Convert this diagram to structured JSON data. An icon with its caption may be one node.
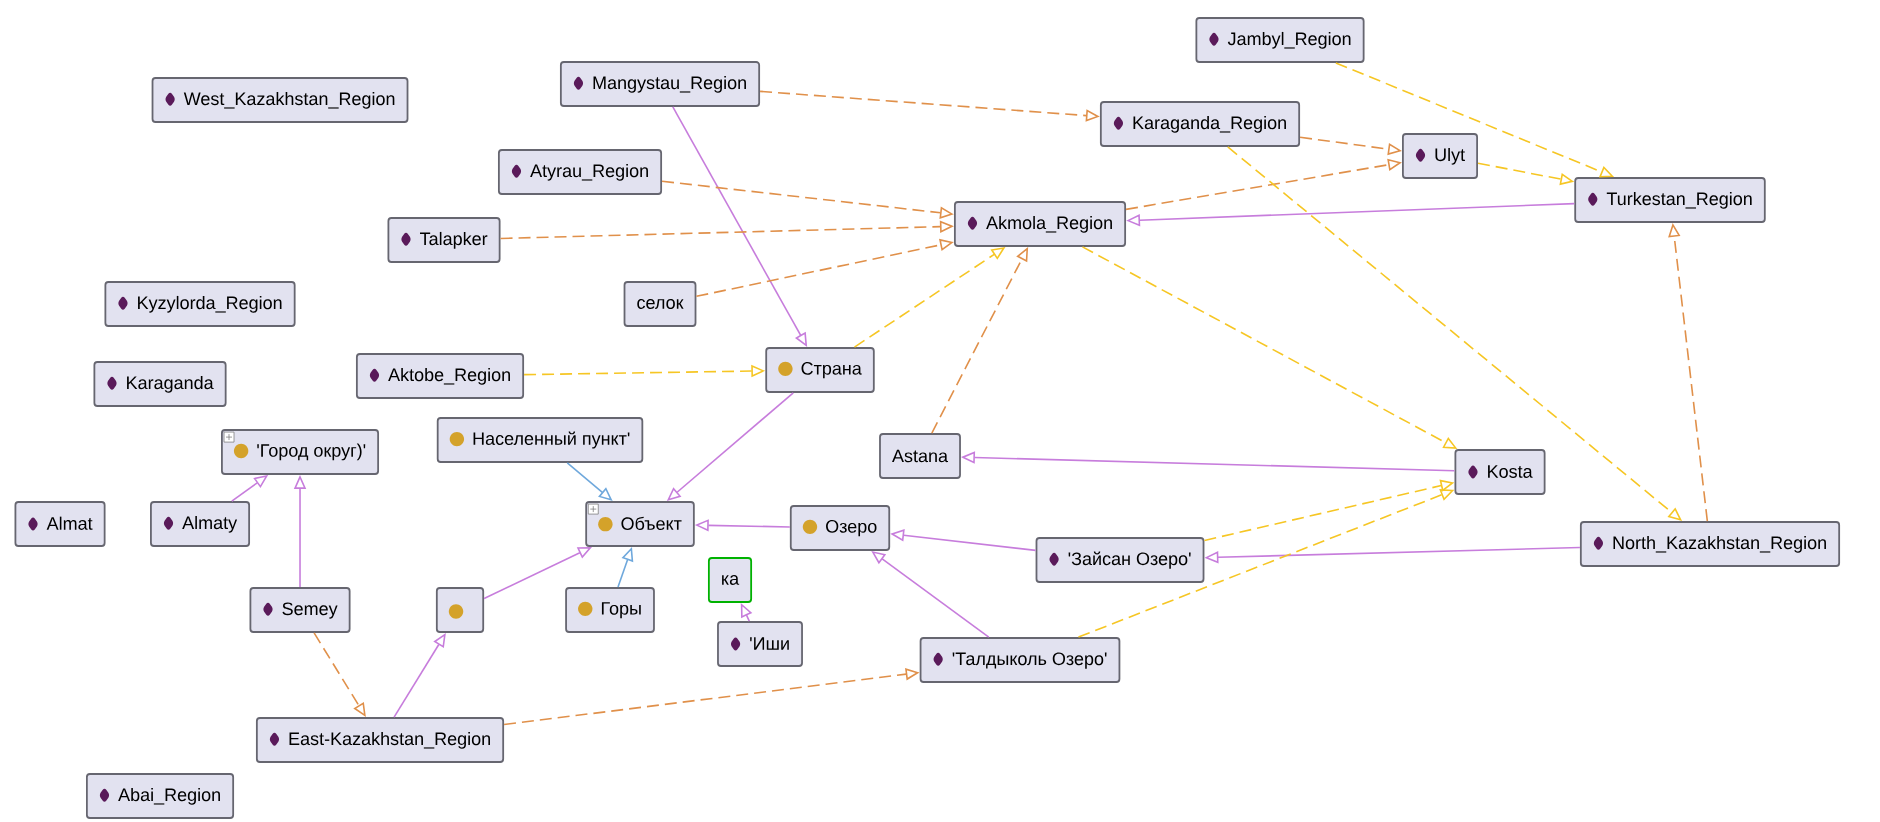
{
  "diagram": {
    "nodes": [
      {
        "text": [
          "West_Kazakhstan_Region"
        ]
      },
      {
        "text": [
          "Mangystau_Region"
        ]
      },
      {
        "text": [
          "Jambyl_Region"
        ]
      },
      {
        "text": [
          "Karaganda_Region"
        ]
      },
      {
        "text": [
          "Atyrau_Region"
        ]
      },
      {
        "text": [
          "Talapker"
        ]
      },
      {
        "text": [
          "Akmola_Region"
        ]
      },
      {
        "text": [
          "Ulyt"
        ]
      },
      {
        "text": [
          "Turkestan_Region"
        ]
      },
      {
        "text": [
          "Kyzylorda_Region"
        ]
      },
      {
        "text": [
          "селок"
        ]
      },
      {
        "text": [
          "Karaganda"
        ]
      },
      {
        "text": [
          "Страна"
        ]
      },
      {
        "text": [
          "Aktobe_Region"
        ]
      },
      {
        "text": [
          "'Город округ)'"
        ]
      },
      {
        "text": [
          "Населенный пункт'"
        ]
      },
      {
        "text": [
          "Astana"
        ]
      },
      {
        "text": [
          "Almat"
        ]
      },
      {
        "text": [
          "Almaty"
        ]
      },
      {
        "text": [
          "Объект"
        ]
      },
      {
        "text": [
          "Semey"
        ]
      },
      {
        "text": [],
        "shape": "box"
      },
      {
        "text": [
          "Горы"
        ]
      },
      {
        "text": [
          "ка"
        ]
      },
      {
        "text": [
          "Озеро"
        ]
      },
      {
        "text": [
          "'Зайсан Озеро'"
        ]
      },
      {
        "text": [
          "'Иши"
        ]
      },
      {
        "text": [
          "'Талдыколь Озеро'"
        ]
      },
      {
        "text": [
          "Kosta"
        ]
      },
      {
        "text": [
          "North_Kazakhstan_Region"
        ]
      },
      {
        "text": [
          "East-Kazakhstan_Region"
        ]
      },
      {
        "text": [
          "Abai_Region"
        ]
      }
    ],
    "edges": [
      {
        "from": 18,
        "to": 14,
        "arrow": "to",
        "color": "#c77ddc"
      },
      {
        "from": 20,
        "to": 14,
        "arrow": "to",
        "color": "#c77ddc"
      },
      {
        "from": 21,
        "to": 19,
        "arrow": "to",
        "color": "#c77ddc"
      },
      {
        "from": 22,
        "to": 19,
        "arrow": "to",
        "color": "#6fa8dc"
      },
      {
        "from": 24,
        "to": 19,
        "arrow": "to",
        "color": "#c77ddc"
      },
      {
        "from": 12,
        "to": 19,
        "arrow": "to",
        "color": "#c77ddc"
      },
      {
        "from": 15,
        "to": 19,
        "arrow": "to",
        "color": "#6fa8dc"
      },
      {
        "from": 30,
        "to": 21,
        "arrow": "to",
        "color": "#c77ddc"
      },
      {
        "from": 28,
        "to": 16,
        "arrow": "to",
        "color": "#c77ddc"
      },
      {
        "from": 29,
        "to": 25,
        "arrow": "to",
        "color": "#c77ddc"
      },
      {
        "from": 25,
        "to": 24,
        "arrow": "to",
        "color": "#c77ddc"
      },
      {
        "from": 27,
        "to": 24,
        "arrow": "to",
        "color": "#c77ddc"
      },
      {
        "from": 26,
        "to": 23,
        "arrow": "to",
        "color": "#c77ddc"
      },
      {
        "from": 1,
        "to": 12,
        "arrow": "to",
        "color": "#c77ddc"
      },
      {
        "from": 8,
        "to": 6,
        "arrow": "to",
        "color": "#c77ddc"
      },
      {
        "from": 20,
        "to": 30,
        "arrow": "to",
        "style": "dashed",
        "color": "#e0904a"
      },
      {
        "from": 4,
        "to": 6,
        "arrow": "to",
        "style": "dashed",
        "color": "#e0904a"
      },
      {
        "from": 5,
        "to": 6,
        "arrow": "to",
        "style": "dashed",
        "color": "#e0904a"
      },
      {
        "from": 1,
        "to": 3,
        "arrow": "to",
        "style": "dashed",
        "color": "#e0904a"
      },
      {
        "from": 3,
        "to": 7,
        "arrow": "to",
        "style": "dashed",
        "color": "#e0904a"
      },
      {
        "from": 6,
        "to": 7,
        "arrow": "to",
        "style": "dashed",
        "color": "#e0904a"
      },
      {
        "from": 29,
        "to": 8,
        "arrow": "to",
        "style": "dashed",
        "color": "#e0904a"
      },
      {
        "from": 30,
        "to": 27,
        "arrow": "to",
        "style": "dashed",
        "color": "#e0904a"
      },
      {
        "from": 10,
        "to": 6,
        "arrow": "to",
        "style": "dashed",
        "color": "#e0904a"
      },
      {
        "from": 16,
        "to": 6,
        "arrow": "to",
        "style": "dashed",
        "color": "#e0904a"
      },
      {
        "from": 2,
        "to": 8,
        "arrow": "to",
        "style": "dashed",
        "color": "#f6c624"
      },
      {
        "from": 3,
        "to": 29,
        "arrow": "to",
        "style": "dashed",
        "color": "#f6c624"
      },
      {
        "from": 6,
        "to": 28,
        "arrow": "to",
        "style": "dashed",
        "color": "#f6c624"
      },
      {
        "from": 12,
        "to": 6,
        "arrow": "to",
        "style": "dashed",
        "color": "#f6c624"
      },
      {
        "from": 25,
        "to": 28,
        "arrow": "to",
        "style": "dashed",
        "color": "#f6c624"
      },
      {
        "from": 27,
        "to": 28,
        "arrow": "to",
        "style": "dashed",
        "color": "#f6c624"
      },
      {
        "from": 13,
        "to": 12,
        "arrow": "to",
        "style": "dashed",
        "color": "#f6c624"
      },
      {
        "from": 7,
        "to": 8,
        "arrow": "to",
        "style": "dashed",
        "color": "#f6c624"
      }
    ]
  }
}
